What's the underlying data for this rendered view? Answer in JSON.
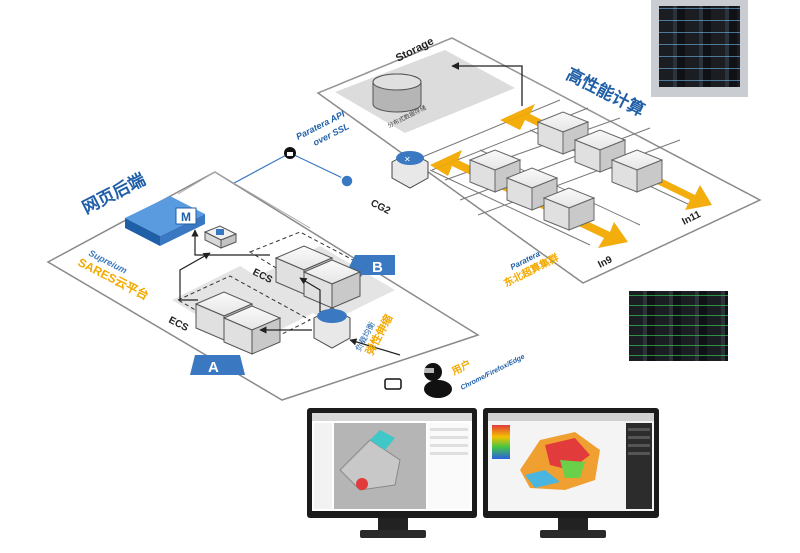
{
  "labels": {
    "storage": "Storage",
    "storage_sub": "分布式数据存储",
    "hpc_title": "高性能计算",
    "api_line1": "Paratera API",
    "api_line2": "over SSL",
    "cg2": "CG2",
    "in11": "In11",
    "in9": "In9",
    "paratera": "Paratera",
    "cluster_cn": "东北超算集群",
    "web_backend": "网页后端",
    "platform_en": "Supreium",
    "platform_cn": "SARES云平台",
    "ecs_b": "ECS",
    "ecs_a": "ECS",
    "zone_b": "B",
    "zone_a": "A",
    "elastic_line1": "负载均衡",
    "elastic_line2": "弹性伸缩",
    "user_cn": "用户",
    "user_en": "Chrome/Firefox/Edge",
    "m_logo": "M"
  },
  "colors": {
    "blue": "#3a78c2",
    "dark_blue": "#1f5fa8",
    "orange": "#f2a900",
    "cube_face": "#f1f1f1",
    "grey_panel": "#d9d9d9"
  },
  "icons": [
    "storage-cylinder-icon",
    "lock-icon",
    "ssl-badge-icon",
    "router-icon",
    "m-logo-icon",
    "db-icon",
    "load-balancer-icon",
    "user-icon",
    "device-icon"
  ]
}
